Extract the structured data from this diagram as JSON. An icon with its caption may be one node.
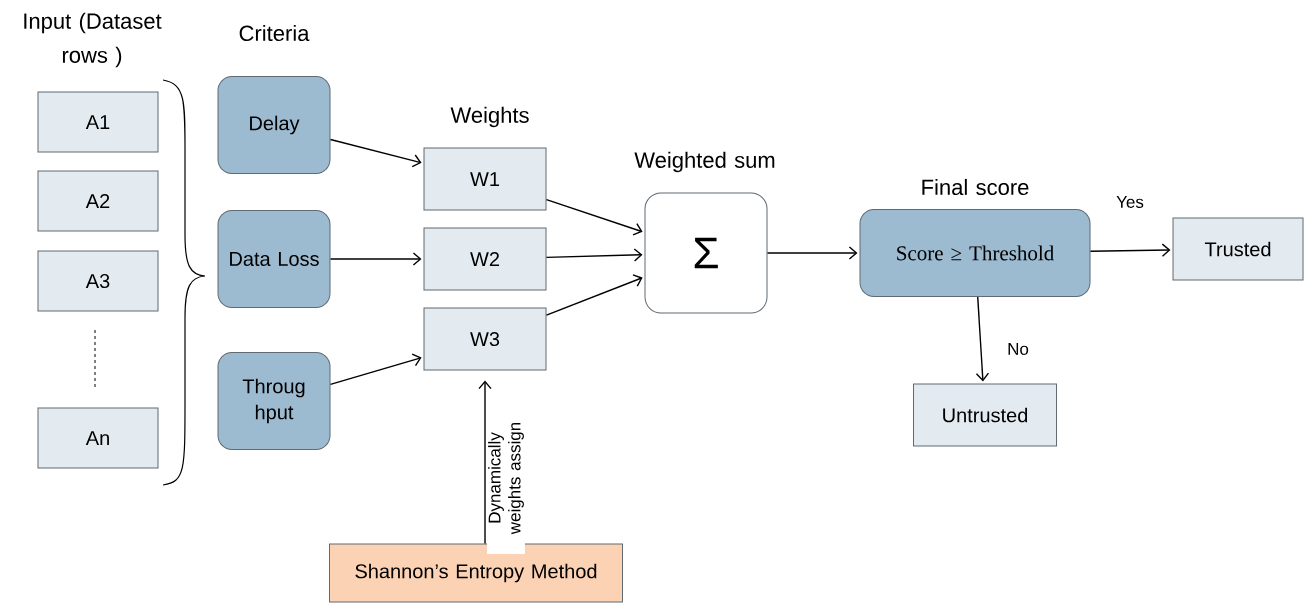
{
  "diagram": {
    "nodes": [
      {
        "text": [
          "A1"
        ]
      },
      {
        "text": [
          "A2"
        ]
      },
      {
        "text": [
          "A3"
        ]
      },
      {
        "text": [
          "An"
        ]
      },
      {
        "text": [
          "Delay"
        ]
      },
      {
        "text": [
          "Data Loss"
        ]
      },
      {
        "text": [
          "Throug hput"
        ]
      },
      {
        "text": [
          "W1"
        ]
      },
      {
        "text": [
          "W2"
        ]
      },
      {
        "text": [
          "W3"
        ]
      },
      {
        "text": [
          "Σ"
        ]
      },
      {
        "text": [
          "Score ≥ Threshold"
        ]
      },
      {
        "text": [
          "Trusted"
        ]
      },
      {
        "text": [
          "Untrusted"
        ]
      },
      {
        "text": [
          "Shannon’s Entropy Method"
        ]
      }
    ],
    "edges": [
      {
        "from": 4,
        "to": 7,
        "arrow": "to"
      },
      {
        "from": 5,
        "to": 8,
        "arrow": "to"
      },
      {
        "from": 6,
        "to": 9,
        "arrow": "to"
      },
      {
        "from": 7,
        "to": 10,
        "arrow": "to"
      },
      {
        "from": 8,
        "to": 10,
        "arrow": "to"
      },
      {
        "from": 9,
        "to": 10,
        "arrow": "to"
      },
      {
        "from": 10,
        "to": 11,
        "arrow": "to"
      },
      {
        "from": 11,
        "to": 12,
        "arrow": "to",
        "label": "Yes"
      },
      {
        "from": 11,
        "to": 13,
        "arrow": "to",
        "label": "No"
      },
      {
        "from": 14,
        "to": 9,
        "arrow": "to",
        "label": "Dynamically weights assign"
      }
    ],
    "labels": [
      "Input (Dataset rows )",
      "Criteria",
      "Weights",
      "Weighted sum",
      "Final score"
    ]
  }
}
